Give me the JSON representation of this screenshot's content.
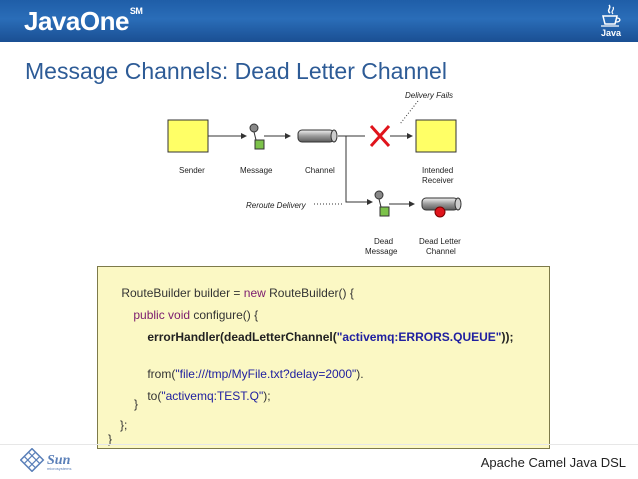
{
  "header": {
    "brand": "JavaOne",
    "brand_tm": "SM",
    "java_logo_text": "Java",
    "colors": {
      "bar": "#1f5ea8",
      "title": "#2d5b96",
      "code_bg": "#fbf8c4"
    }
  },
  "slide": {
    "title": "Message Channels: Dead Letter Channel"
  },
  "diagram": {
    "delivery_fails": "Delivery Fails",
    "sender": "Sender",
    "message": "Message",
    "channel": "Channel",
    "intended_receiver_line1": "Intended",
    "intended_receiver_line2": "Receiver",
    "reroute_delivery": "Reroute Delivery",
    "dead_message_line1": "Dead",
    "dead_message_line2": "Message",
    "dead_letter_channel_line1": "Dead Letter",
    "dead_letter_channel_line2": "Channel"
  },
  "code": {
    "line1_a": "RouteBuilder builder = ",
    "line1_kw": "new",
    "line1_b": " RouteBuilder() {",
    "line2_kw": "public void",
    "line2_b": " configure() {",
    "line3_a": "errorHandler(deadLetterChannel(",
    "line3_str": "\"activemq:ERRORS.QUEUE\"",
    "line3_b": "));",
    "line4_a": "from(",
    "line4_str": "\"file:///tmp/MyFile.txt?delay=2000\"",
    "line4_b": ").",
    "line5_a": "to(",
    "line5_str": "\"activemq:TEST.Q\"",
    "line5_b": ");",
    "line6": "}",
    "line7": "};",
    "line8": "}"
  },
  "footer": {
    "sun_logo_text": "Sun",
    "sun_sub_text": "microsystems",
    "caption": "Apache Camel Java DSL"
  }
}
